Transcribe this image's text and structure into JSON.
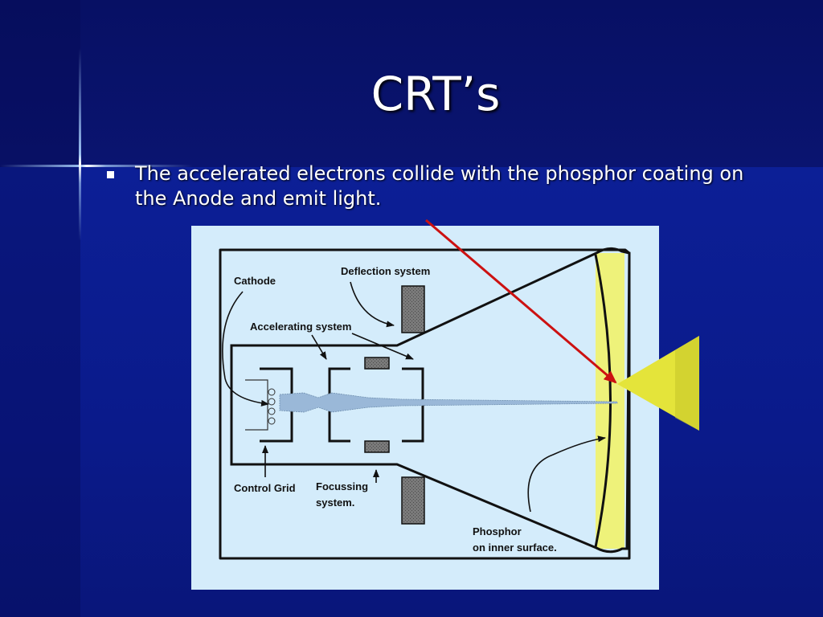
{
  "slide": {
    "title": "CRT’s",
    "bullet": "The accelerated electrons collide with the phosphor coating on the Anode and emit light."
  },
  "diagram": {
    "labels": {
      "cathode": "Cathode",
      "deflection_system": "Deflection system",
      "accelerating_system": "Accelerating system",
      "control_grid": "Control Grid",
      "focussing_line1": "Focussing",
      "focussing_line2": "system.",
      "phosphor_line1": "Phosphor",
      "phosphor_line2": "on inner surface."
    }
  },
  "colors": {
    "background": "#0a1a7a",
    "panel": "#d4ecfb",
    "phosphor_strip": "#eef27a",
    "light_cone": "#e4e43a",
    "pointer_arrow": "#cc1111",
    "plates": "#6e6e6e"
  }
}
